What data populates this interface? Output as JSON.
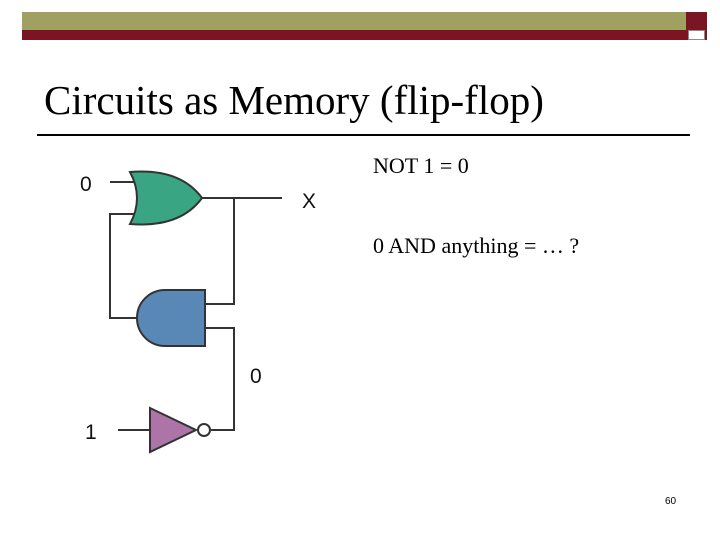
{
  "slide": {
    "title": "Circuits as Memory (flip-flop)",
    "lines": [
      "NOT 1 = 0",
      "0 AND anything = … ?"
    ],
    "page_number": "60"
  },
  "circuit": {
    "or_input_label": "0",
    "output_label": "X",
    "feedback_label": "0",
    "not_input_label": "1",
    "gates": [
      "or-gate",
      "and-gate",
      "not-gate"
    ],
    "colors": {
      "or_gate": "#3aa583",
      "and_gate": "#5a88b6",
      "not_gate": "#ad74a7",
      "header_olive": "#a0a060",
      "header_maroon": "#7a1624"
    }
  }
}
